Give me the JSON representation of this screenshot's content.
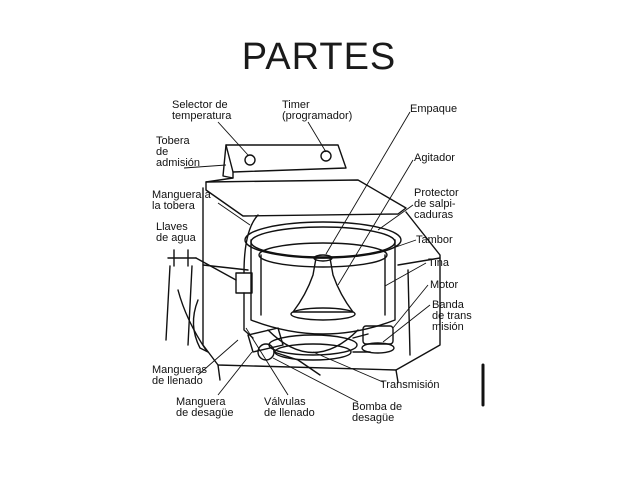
{
  "slide": {
    "title": "PARTES"
  },
  "diagram": {
    "labels": {
      "selector": "Selector de\ntemperatura",
      "timer": "Timer\n(programador)",
      "empaque": "Empaque",
      "tobera": "Tobera\nde\nadmisión",
      "agitador": "Agitador",
      "manguera_tobera": "Manguera a\nla tobera",
      "protector": "Protector\nde salpi-\ncaduras",
      "llaves": "Llaves\nde agua",
      "tambor": "Tambor",
      "tina": "Tina",
      "motor": "Motor",
      "banda": "Banda\nde trans\nmisión",
      "mangueras_llenado": "Mangueras\nde llenado",
      "transmision": "Transmisión",
      "manguera_desague": "Manguera\nde desagüe",
      "valvulas": "Válvulas\nde llenado",
      "bomba": "Bomba de\ndesagüe"
    },
    "colors": {
      "ink": "#111111",
      "paper": "#ffffff"
    }
  }
}
